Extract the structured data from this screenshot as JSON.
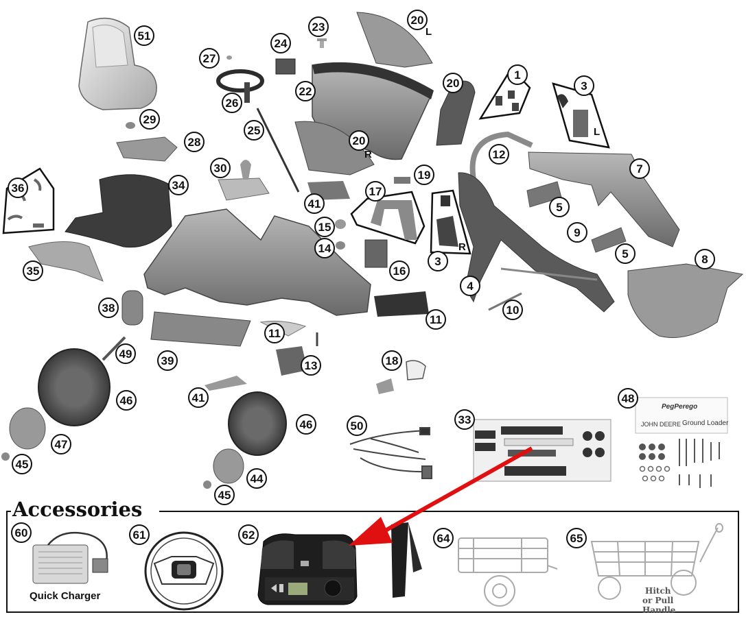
{
  "accessories": {
    "title": "Accessories",
    "quick_charger_label": "Quick Charger",
    "hitch_label_line1": "Hitch",
    "hitch_label_line2": "or Pull Handle"
  },
  "decal_sheet": {
    "brand": "PegPerego",
    "product": "JOHN DEERE",
    "model": "Ground Loader"
  },
  "side_marks": {
    "left": "L",
    "right": "R"
  },
  "callouts": {
    "c51": "51",
    "c24": "24",
    "c23": "23",
    "c20a": "20",
    "c27": "27",
    "c22": "22",
    "c26": "26",
    "c20b": "20",
    "c1": "1",
    "c3a": "3",
    "c29": "29",
    "c25": "25",
    "c28": "28",
    "c20c": "20",
    "c12": "12",
    "c7": "7",
    "c36": "36",
    "c34": "34",
    "c30": "30",
    "c19": "19",
    "c17": "17",
    "c41a": "41",
    "c5a": "5",
    "c9": "9",
    "c15": "15",
    "c14": "14",
    "c5b": "5",
    "c35": "35",
    "c16": "16",
    "c3b": "3",
    "c8": "8",
    "c4": "4",
    "c38": "38",
    "c10": "10",
    "c11a": "11",
    "c11b": "11",
    "c49": "49",
    "c39": "39",
    "c13": "13",
    "c18": "18",
    "c46a": "46",
    "c41b": "41",
    "c48": "48",
    "c33": "33",
    "c50": "50",
    "c46b": "46",
    "c47": "47",
    "c45a": "45",
    "c44": "44",
    "c45b": "45",
    "c60": "60",
    "c61": "61",
    "c62": "62",
    "c64": "64",
    "c65": "65"
  },
  "colors": {
    "arrow": "#e01010",
    "part_fill": "#8a8a8a",
    "part_dark": "#4a4a4a",
    "outline": "#111111"
  }
}
